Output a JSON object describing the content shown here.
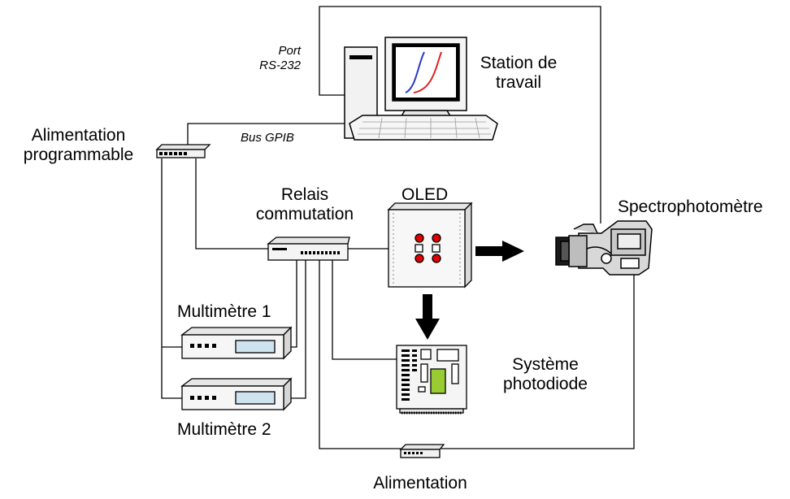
{
  "labels": {
    "station_line1": "Station de",
    "station_line2": "travail",
    "port_line1": "Port",
    "port_line2": "RS-232",
    "bus_gpib": "Bus GPIB",
    "alim_prog_line1": "Alimentation",
    "alim_prog_line2": "programmable",
    "relais_line1": "Relais",
    "relais_line2": "commutation",
    "oled": "OLED",
    "spectro": "Spectrophotomètre",
    "multimetre1": "Multimètre 1",
    "multimetre2": "Multimètre 2",
    "systeme_line1": "Système",
    "systeme_line2": "photodiode",
    "alimentation": "Alimentation"
  },
  "colors": {
    "curve_blue": "#2a3cc8",
    "curve_red": "#e02020",
    "led_red": "#e00000",
    "chip_green": "#99cc33"
  }
}
